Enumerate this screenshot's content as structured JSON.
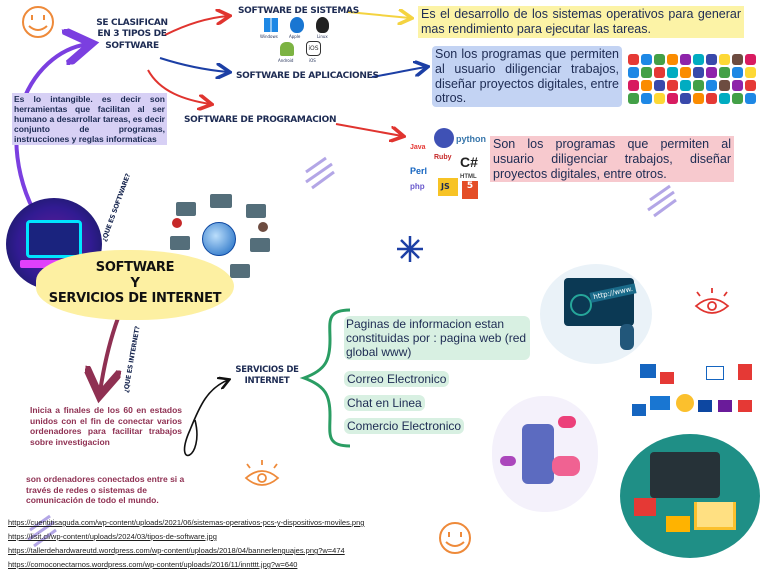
{
  "center": {
    "title_line1": "SOFTWARE",
    "title_line2": "Y",
    "title_line3": "SERVICIOS DE INTERNET"
  },
  "classify_label": "SE CLASIFICAN EN 3 TIPOS DE SOFTWARE",
  "question_software": "¿QUE ES SOFTWARE?",
  "question_internet": "¿QUE ES INTERNET?",
  "definition": "Es lo intangible. es decir son herramientas que facilitan al ser humano a desarrollar tareas, es decir conjunto de programas, instrucciones y reglas informaticas",
  "types": {
    "sistemas": {
      "label": "SOFTWARE DE SISTEMAS",
      "desc": "Es el desarrollo de los sistemas operativos para generar mas rendimiento para ejecutar las tareas."
    },
    "aplicaciones": {
      "label": "SOFTWARE DE APLICACIONES",
      "desc": "Son los programas que permiten al usuario diligenciar trabajos, diseñar proyectos digitales, entre otros."
    },
    "programacion": {
      "label": "SOFTWARE DE PROGRAMACION",
      "desc": "Son los programas que permiten al usuario diligenciar trabajos, diseñar proyectos digitales, entre otros."
    }
  },
  "os_icons": [
    {
      "label": "Windows",
      "icon": "windows-icon"
    },
    {
      "label": "Apple",
      "icon": "apple-icon"
    },
    {
      "label": "Linux",
      "icon": "linux-icon"
    },
    {
      "label": "Android",
      "icon": "android-icon"
    },
    {
      "label": "iOS",
      "icon": "ios-icon"
    }
  ],
  "languages": [
    "python",
    "Java",
    "Perl",
    "Ruby",
    "C#",
    "HTML",
    "JS",
    "php"
  ],
  "internet": {
    "label": "SERVICIOS DE INTERNET",
    "history": "Inicia a finales de los 60 en estados unidos con el fin de conectar varios ordenadores para facilitar trabajos sobre investigacion",
    "networks": "son ordenadores conectados entre si a través de redes o sistemas de comunicación de todo el mundo.",
    "services": [
      "Paginas de informacion estan constituidas por : pagina web (red global www)",
      "Correo Electronico",
      "Chat en Linea",
      "Comercio Electronico"
    ],
    "url_sign": "http://www."
  },
  "sources": [
    "https://cuentitisaguda.com/wp-content/uploads/2021/06/sistemas-operativos-pcs-y-dispositivos-moviles.png",
    "https://lisit.cl/wp-content/uploads/2024/03/tipos-de-software.jpg",
    "https://tallerdehardwareutd.wordpress.com/wp-content/uploads/2018/04/bannerlenguajes.png?w=474",
    "https://comoconectarnos.wordpress.com/wp-content/uploads/2016/11/inntttt.jpg?w=640"
  ],
  "colors": {
    "navy": "#1d2b53",
    "red_arrow": "#e0342f",
    "blue_arrow": "#1c3fa5",
    "yellow_arrow": "#f4d340",
    "purple_arrow": "#7b3fe0",
    "maroon": "#8f3052",
    "green_brace": "#2a9d63",
    "orange": "#ee8a3a"
  }
}
